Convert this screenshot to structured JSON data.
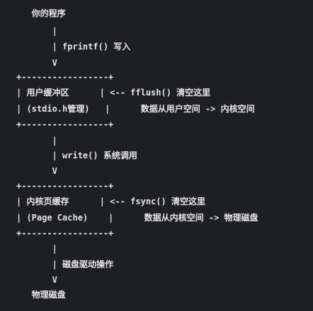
{
  "diagram": {
    "lines": [
      "   你的程序",
      "       |",
      "       | fprintf() 写入",
      "       V",
      "+-----------------+",
      "| 用户缓冲区      | <-- fflush() 清空这里",
      "| (stdio.h管理)   |      数据从用户空间 -> 内核空间",
      "+-----------------+",
      "       |",
      "       | write() 系统调用",
      "       V",
      "+-----------------+",
      "| 内核页缓存      | <-- fsync() 清空这里",
      "| (Page Cache)    |      数据从内核空间 -> 物理磁盘",
      "+-----------------+",
      "       |",
      "       | 磁盘驱动操作",
      "       V",
      "   物理磁盘"
    ]
  }
}
